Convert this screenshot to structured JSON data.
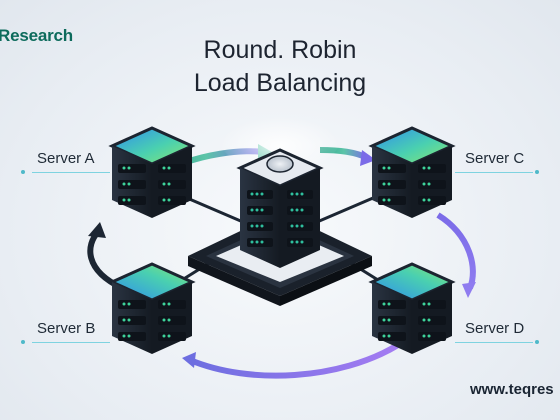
{
  "brand": {
    "text": "Research"
  },
  "title": {
    "line1": "Round. Robin",
    "line2": "Load Balancing"
  },
  "servers": [
    {
      "id": "a",
      "label": "Server A"
    },
    {
      "id": "b",
      "label": "Server B"
    },
    {
      "id": "c",
      "label": "Server C"
    },
    {
      "id": "d",
      "label": "Server D"
    }
  ],
  "footer": {
    "url": "www.teqres"
  },
  "colors": {
    "arrow_top_start": "#2aa58a",
    "arrow_top_end": "#7b6be8",
    "arrow_right": "#8b7cf0",
    "arrow_bottom": "#9b78f2",
    "arrow_left": "#1c2633",
    "server_body": "#1c2430",
    "server_top_green": "#7be07a",
    "server_top_blue": "#2a8cff"
  }
}
